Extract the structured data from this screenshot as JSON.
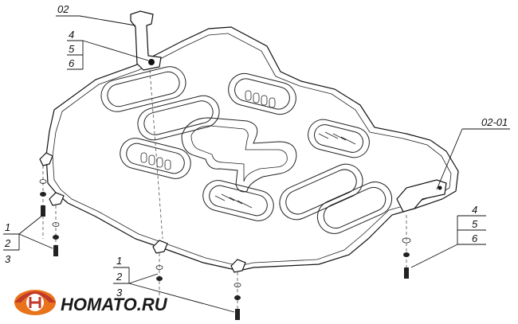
{
  "labels": {
    "part_bracket_top": "02",
    "part_bracket_right": "02-01",
    "top_group": [
      "4",
      "5",
      "6"
    ],
    "left_group": [
      "1",
      "2",
      "3"
    ],
    "bottom_group": [
      "1",
      "2",
      "3"
    ],
    "right_group": [
      "4",
      "5",
      "6"
    ]
  },
  "logo": {
    "text": "HOMATO.RU",
    "colors": {
      "ring": "#e8731a",
      "ring_dark": "#c0392b",
      "letter": "#ffffff"
    }
  }
}
